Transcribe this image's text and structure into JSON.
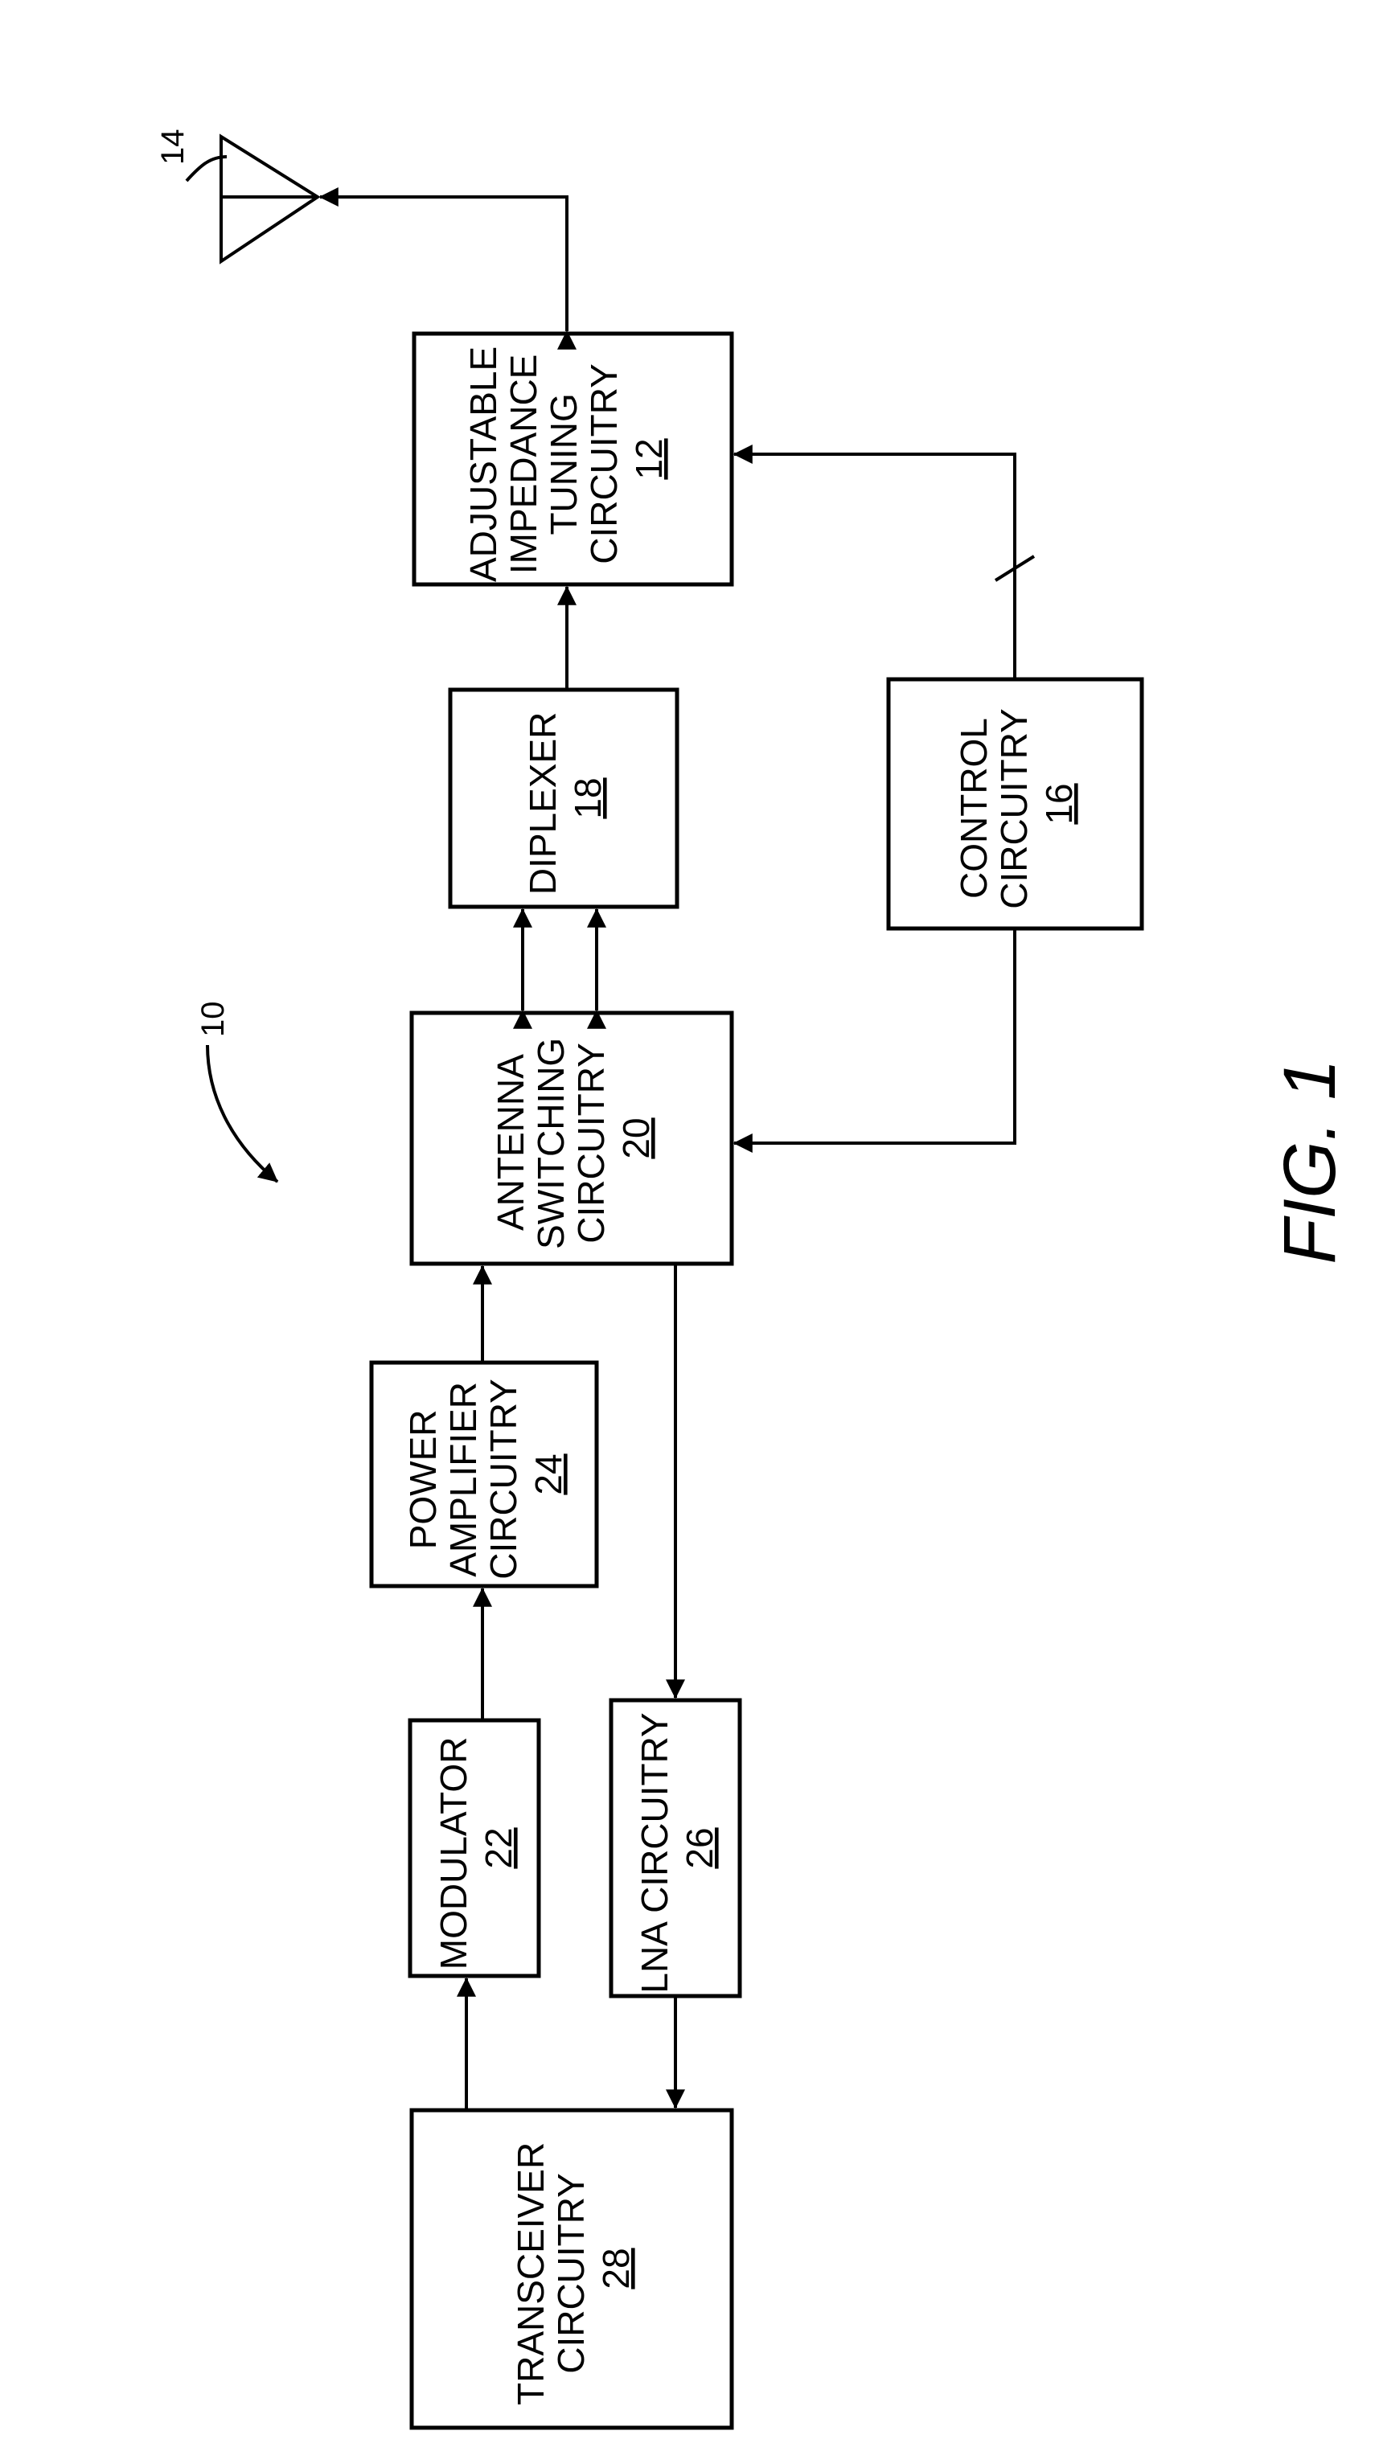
{
  "figure_label": "FIG. 1",
  "system_ref": "10",
  "antenna": {
    "ref": "14"
  },
  "blocks": {
    "adjustable_impedance_tuning": {
      "lines": [
        "ADJUSTABLE",
        "IMPEDANCE",
        "TUNING",
        "CIRCUITRY"
      ],
      "ref": "12"
    },
    "diplexer": {
      "lines": [
        "DIPLEXER"
      ],
      "ref": "18"
    },
    "control": {
      "lines": [
        "CONTROL",
        "CIRCUITRY"
      ],
      "ref": "16"
    },
    "antenna_switching": {
      "lines": [
        "ANTENNA",
        "SWITCHING",
        "CIRCUITRY"
      ],
      "ref": "20"
    },
    "power_amplifier": {
      "lines": [
        "POWER",
        "AMPLIFIER",
        "CIRCUITRY"
      ],
      "ref": "24"
    },
    "modulator": {
      "lines": [
        "MODULATOR"
      ],
      "ref": "22"
    },
    "lna": {
      "lines": [
        "LNA CIRCUITRY"
      ],
      "ref": "26"
    },
    "transceiver": {
      "lines": [
        "TRANSCEIVER",
        "CIRCUITRY"
      ],
      "ref": "28"
    }
  }
}
